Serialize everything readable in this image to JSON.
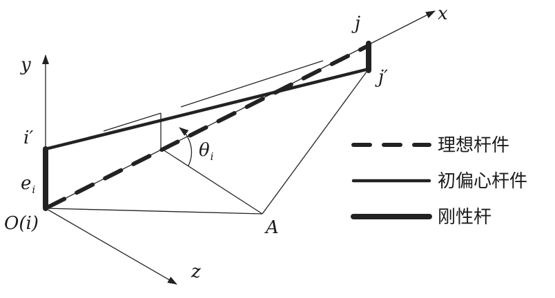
{
  "labels": {
    "x_axis": "x",
    "y_axis": "y",
    "z_axis": "z",
    "origin": "O(i)",
    "i_prime": "i′",
    "j": "j",
    "j_prime": "j′",
    "eccentricity": "e",
    "eccentricity_sub": "i",
    "angle": "θ",
    "angle_sub": "i",
    "point_a": "A"
  },
  "legend": [
    {
      "key": "ideal",
      "label": "理想杆件"
    },
    {
      "key": "eccentric",
      "label": "初偏心杆件"
    },
    {
      "key": "rigid",
      "label": "刚性杆"
    }
  ],
  "colors": {
    "ink": "#222222",
    "background": "#ffffff"
  }
}
